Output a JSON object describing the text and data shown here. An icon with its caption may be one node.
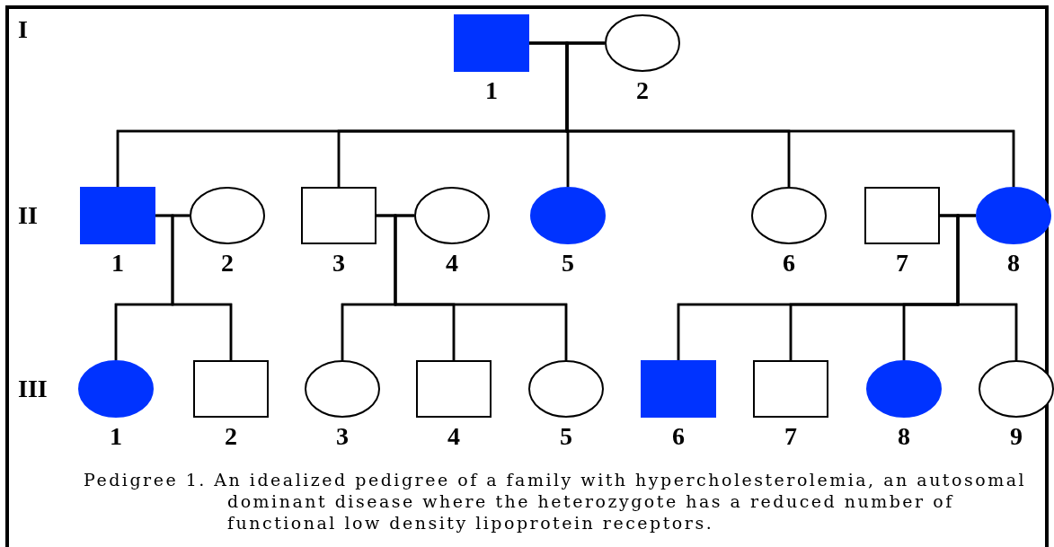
{
  "diagram": {
    "caption": "Pedigree 1. An idealized pedigree of a family with hypercholesterolemia, an autosomal dominant disease where the heterozygote has a reduced number of functional low density lipoprotein receptors.",
    "nodes": [
      {
        "text": [],
        "shape": "box",
        "beside": [
          "1"
        ]
      },
      {
        "text": [],
        "shape": "circle",
        "beside": [
          "2"
        ]
      },
      {
        "text": [],
        "shape": "box",
        "beside": [
          "1"
        ]
      },
      {
        "text": [],
        "shape": "circle",
        "beside": [
          "2"
        ]
      },
      {
        "text": [],
        "shape": "box",
        "beside": [
          "3"
        ]
      },
      {
        "text": [],
        "shape": "circle",
        "beside": [
          "4"
        ]
      },
      {
        "text": [],
        "shape": "circle",
        "beside": [
          "5"
        ]
      },
      {
        "text": [],
        "shape": "circle",
        "beside": [
          "6"
        ]
      },
      {
        "text": [],
        "shape": "box",
        "beside": [
          "7"
        ]
      },
      {
        "text": [],
        "shape": "circle",
        "beside": [
          "8"
        ]
      },
      {
        "text": [],
        "shape": "circle",
        "beside": [
          "1"
        ]
      },
      {
        "text": [],
        "shape": "box",
        "beside": [
          "2"
        ]
      },
      {
        "text": [],
        "shape": "circle",
        "beside": [
          "3"
        ]
      },
      {
        "text": [],
        "shape": "box",
        "beside": [
          "4"
        ]
      },
      {
        "text": [],
        "shape": "circle",
        "beside": [
          "5"
        ]
      },
      {
        "text": [],
        "shape": "box",
        "beside": [
          "6"
        ]
      },
      {
        "text": [],
        "shape": "box",
        "beside": [
          "7"
        ]
      },
      {
        "text": [],
        "shape": "circle",
        "beside": [
          "8"
        ]
      },
      {
        "text": [],
        "shape": "circle",
        "beside": [
          "9"
        ]
      }
    ],
    "edges": [
      {
        "from": 0,
        "to": 1,
        "arrow": "none"
      },
      {
        "from": 0,
        "to": 2,
        "arrow": "none"
      },
      {
        "from": 1,
        "to": 2,
        "arrow": "none"
      },
      {
        "from": 0,
        "to": 4,
        "arrow": "none"
      },
      {
        "from": 1,
        "to": 4,
        "arrow": "none"
      },
      {
        "from": 0,
        "to": 6,
        "arrow": "none"
      },
      {
        "from": 1,
        "to": 6,
        "arrow": "none"
      },
      {
        "from": 0,
        "to": 7,
        "arrow": "none"
      },
      {
        "from": 1,
        "to": 7,
        "arrow": "none"
      },
      {
        "from": 0,
        "to": 9,
        "arrow": "none"
      },
      {
        "from": 1,
        "to": 9,
        "arrow": "none"
      },
      {
        "from": 2,
        "to": 3,
        "arrow": "none"
      },
      {
        "from": 4,
        "to": 5,
        "arrow": "none"
      },
      {
        "from": 8,
        "to": 9,
        "arrow": "none"
      },
      {
        "from": 2,
        "to": 10,
        "arrow": "none"
      },
      {
        "from": 3,
        "to": 10,
        "arrow": "none"
      },
      {
        "from": 2,
        "to": 11,
        "arrow": "none"
      },
      {
        "from": 3,
        "to": 11,
        "arrow": "none"
      },
      {
        "from": 4,
        "to": 12,
        "arrow": "none"
      },
      {
        "from": 5,
        "to": 12,
        "arrow": "none"
      },
      {
        "from": 4,
        "to": 13,
        "arrow": "none"
      },
      {
        "from": 5,
        "to": 13,
        "arrow": "none"
      },
      {
        "from": 4,
        "to": 14,
        "arrow": "none"
      },
      {
        "from": 5,
        "to": 14,
        "arrow": "none"
      },
      {
        "from": 8,
        "to": 15,
        "arrow": "none"
      },
      {
        "from": 9,
        "to": 15,
        "arrow": "none"
      },
      {
        "from": 8,
        "to": 16,
        "arrow": "none"
      },
      {
        "from": 9,
        "to": 16,
        "arrow": "none"
      },
      {
        "from": 8,
        "to": 17,
        "arrow": "none"
      },
      {
        "from": 9,
        "to": 17,
        "arrow": "none"
      },
      {
        "from": 8,
        "to": 18,
        "arrow": "none"
      },
      {
        "from": 9,
        "to": 18,
        "arrow": "none"
      }
    ],
    "labels": [
      "I",
      "II",
      "III"
    ]
  }
}
